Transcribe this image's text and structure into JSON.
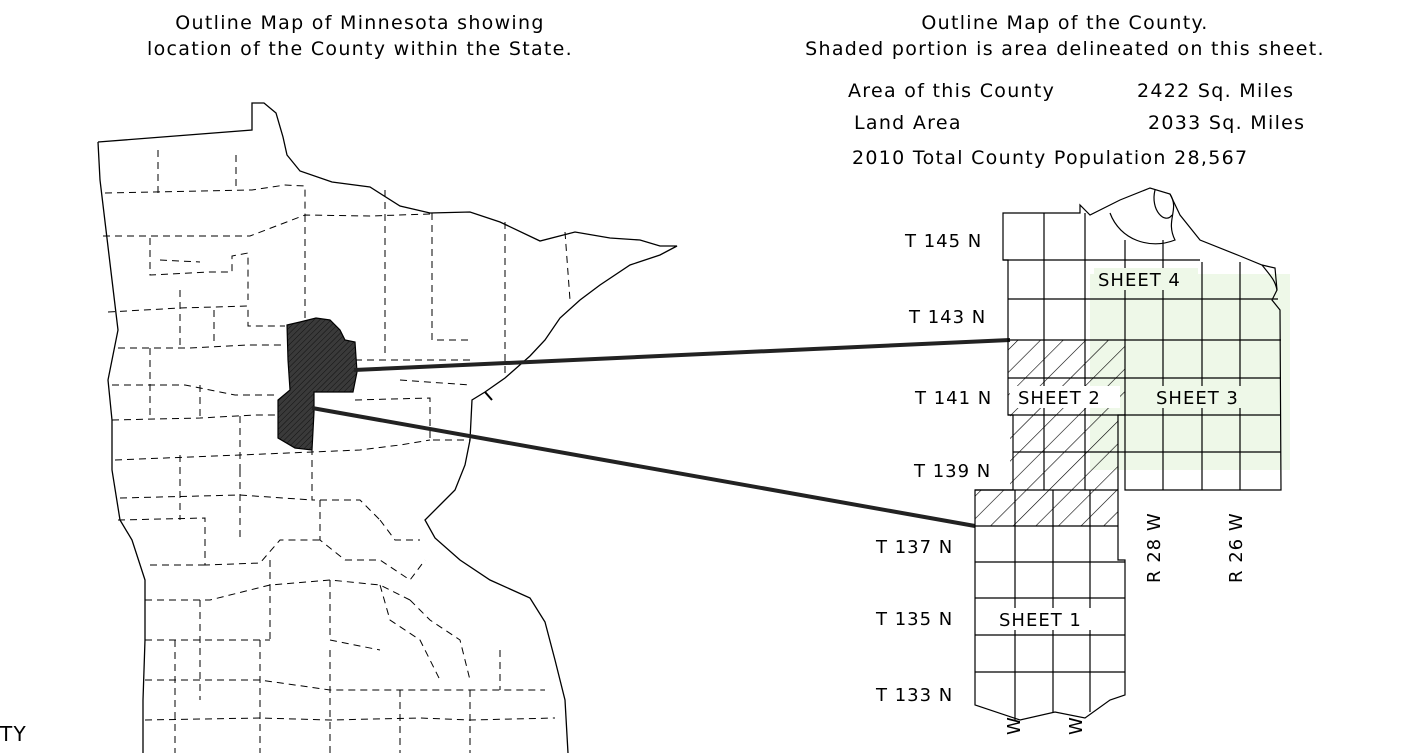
{
  "state_map": {
    "title_line1": "Outline Map of Minnesota showing",
    "title_line2": "location of the County within the State."
  },
  "county_map": {
    "title_line1": "Outline Map of the County.",
    "title_line2": "Shaded portion is area delineated on this sheet.",
    "area_label": "Area of this County",
    "area_value": "2422 Sq. Miles",
    "land_label": "Land Area",
    "land_value": "2033 Sq. Miles",
    "population_label": "2010 Total County Population 28,567",
    "townships": [
      "T 145 N",
      "T 143 N",
      "T 141 N",
      "T 139 N",
      "T 137 N",
      "T 135 N",
      "T 133 N"
    ],
    "ranges": [
      "R 28 W",
      "R 26 W"
    ],
    "sheets": [
      "SHEET 1",
      "SHEET 2",
      "SHEET 3",
      "SHEET 4"
    ]
  },
  "corner_text": "TY",
  "colors": {
    "ink": "#000000",
    "county_fill": "#3a3a3a",
    "shade": "#eef8e8"
  }
}
